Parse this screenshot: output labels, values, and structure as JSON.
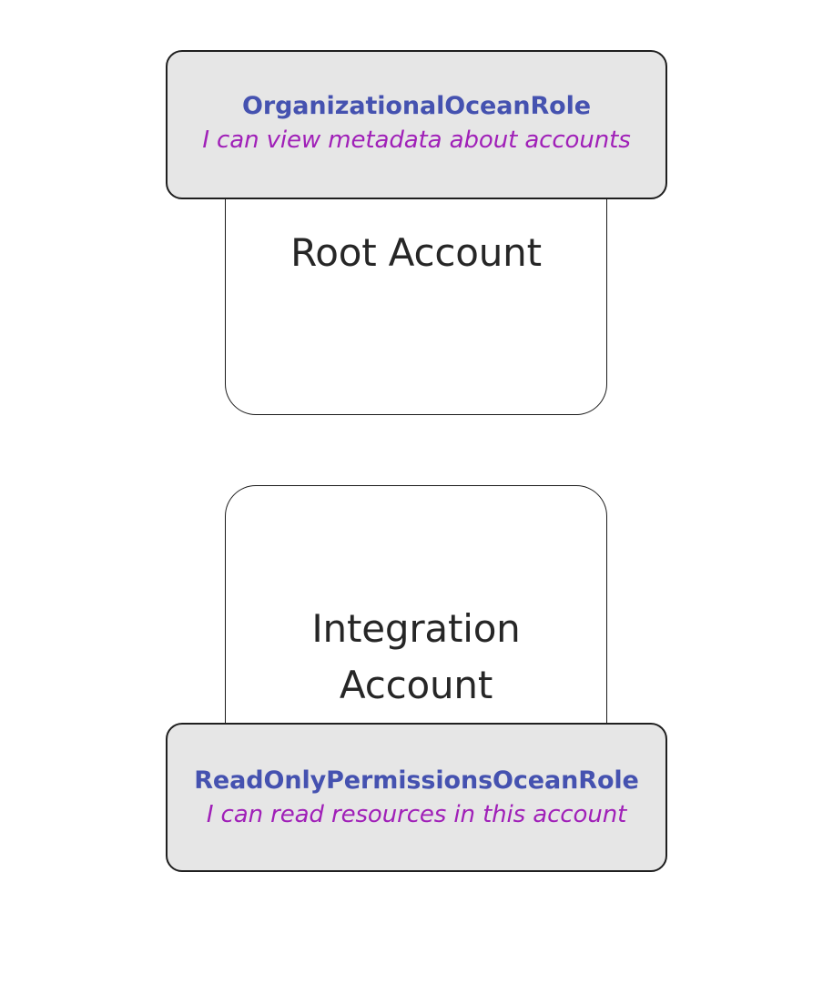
{
  "diagram": {
    "background_color": "#ffffff",
    "groups": [
      {
        "id": "root-account-group",
        "account": {
          "name": "Root Account",
          "fill_color": "#ffffff",
          "border_color": "#1a1a1a"
        },
        "role": {
          "position": "top",
          "name": "OrganizationalOceanRole",
          "statement": "I can view metadata about accounts",
          "fill_color": "#e6e6e6",
          "name_color": "#4552b0",
          "statement_color": "#a020b8"
        }
      },
      {
        "id": "integration-account-group",
        "account": {
          "name": "Integration\nAccount",
          "fill_color": "#ffffff",
          "border_color": "#1a1a1a"
        },
        "role": {
          "position": "bottom",
          "name": "ReadOnlyPermissionsOceanRole",
          "statement": "I can read resources in this account",
          "fill_color": "#e6e6e6",
          "name_color": "#4552b0",
          "statement_color": "#a020b8"
        }
      }
    ]
  }
}
